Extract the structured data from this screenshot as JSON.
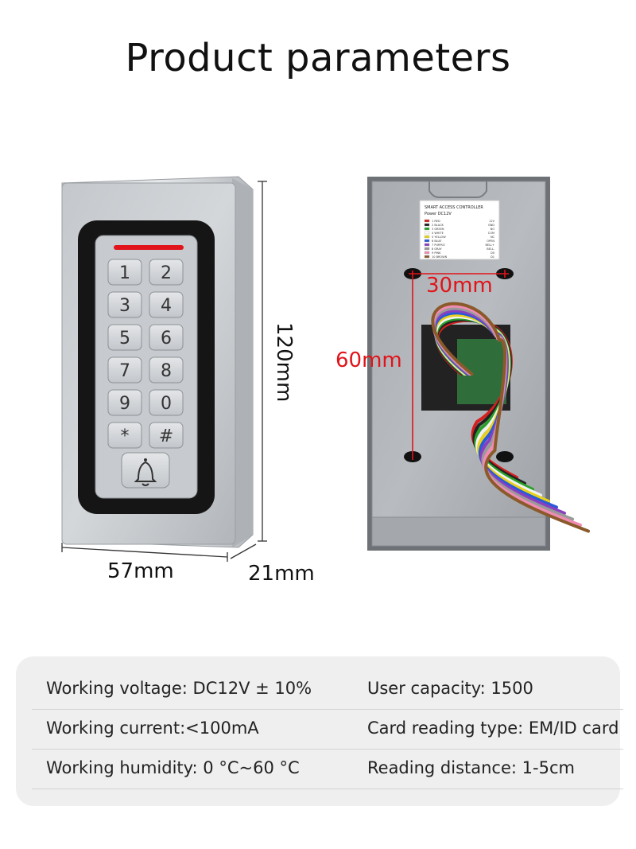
{
  "title": "Product parameters",
  "front_view": {
    "keypad_keys": [
      "1",
      "2",
      "3",
      "4",
      "5",
      "6",
      "7",
      "8",
      "9",
      "0",
      "*",
      "#"
    ],
    "bell_icon": "bell-icon",
    "width_label": "57mm",
    "height_label": "120mm",
    "depth_label": "21mm"
  },
  "back_view": {
    "hole_spacing_horizontal": "30mm",
    "hole_spacing_vertical": "60mm",
    "label_sticker": {
      "title": "SMART ACCESS CONTROLLER",
      "power": "Power DC12V",
      "wires": [
        {
          "color": "#d62020",
          "name": "1 RED",
          "fn": "12V"
        },
        {
          "color": "#222222",
          "name": "2 BLACK",
          "fn": "GND"
        },
        {
          "color": "#2aa02a",
          "name": "3 GREEN",
          "fn": "NO"
        },
        {
          "color": "#ffffff",
          "name": "4 WHITE",
          "fn": "COM"
        },
        {
          "color": "#e8d21c",
          "name": "5 YELLOW",
          "fn": "NC"
        },
        {
          "color": "#2a5bd6",
          "name": "6 BLUE",
          "fn": "OPEN"
        },
        {
          "color": "#8a3fc0",
          "name": "7 PURPLE",
          "fn": "BELL+"
        },
        {
          "color": "#999999",
          "name": "8 GRAY",
          "fn": "BELL-"
        },
        {
          "color": "#f08cb4",
          "name": "9 PINK",
          "fn": "D0"
        },
        {
          "color": "#8b5a2b",
          "name": "10 BROWN",
          "fn": "D1"
        }
      ]
    }
  },
  "specs": [
    {
      "left": "Working voltage: DC12V ± 10%",
      "right": "User capacity: 1500"
    },
    {
      "left": "Working current:<100mA",
      "right": "Card reading type: EM/ID card"
    },
    {
      "left": "Working humidity: 0 °C~60 °C",
      "right": "Reading distance: 1-5cm"
    }
  ],
  "colors": {
    "accent_red": "#e0141a",
    "panel_bg": "#efefef",
    "device_silver": "#bfc4c8",
    "keypad_black": "#151515"
  }
}
